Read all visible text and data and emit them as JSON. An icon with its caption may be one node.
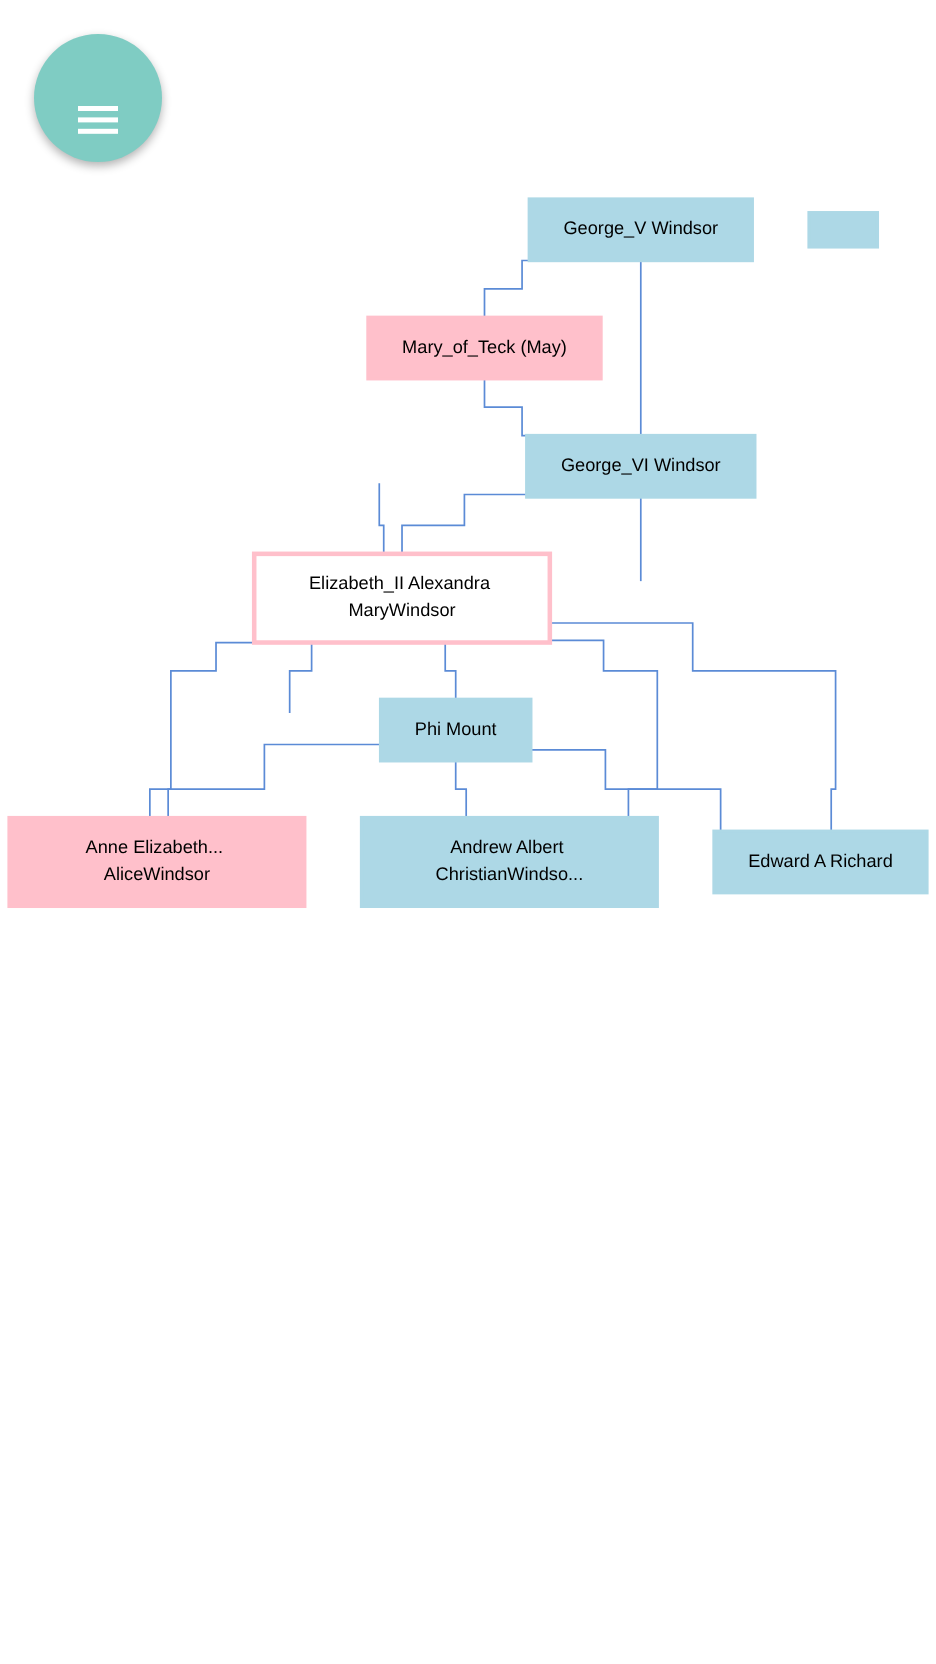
{
  "diagram": {
    "nodes": [
      {
        "text": [
          "George_V Windsor"
        ]
      },
      {
        "text": [
          "Mary_of_Teck (May)"
        ]
      },
      {
        "text": [],
        "shape": "box"
      },
      {
        "text": [
          "George_VI Windsor"
        ]
      },
      {
        "text": [
          "Elizabeth_II Alexandra MaryWindsor"
        ]
      },
      {
        "text": [
          "Phi Mount"
        ]
      },
      {
        "text": [
          "Anne Elizabeth... AliceWindsor"
        ]
      },
      {
        "text": [
          "Andrew Albert ChristianWindso..."
        ]
      },
      {
        "text": [
          "Edward A Richard"
        ]
      }
    ],
    "edges": [
      {
        "from": 0,
        "to": 1,
        "arrow": "none"
      },
      {
        "from": 0,
        "to": 3,
        "arrow": "none"
      },
      {
        "from": 1,
        "to": 3,
        "arrow": "none"
      },
      {
        "from": 3,
        "to": null,
        "arrow": "none"
      },
      {
        "from": 3,
        "to": 4,
        "arrow": "none"
      },
      {
        "from": null,
        "to": 4,
        "arrow": "none"
      },
      {
        "from": 4,
        "to": 5,
        "arrow": "none"
      },
      {
        "from": 4,
        "to": 6,
        "arrow": "none"
      },
      {
        "from": 5,
        "to": 6,
        "arrow": "none"
      },
      {
        "from": 4,
        "to": 7,
        "arrow": "none"
      },
      {
        "from": 5,
        "to": 7,
        "arrow": "none"
      },
      {
        "from": 4,
        "to": 8,
        "arrow": "none"
      },
      {
        "from": 5,
        "to": 8,
        "arrow": "none"
      },
      {
        "from": 4,
        "to": null,
        "arrow": "none"
      }
    ]
  }
}
